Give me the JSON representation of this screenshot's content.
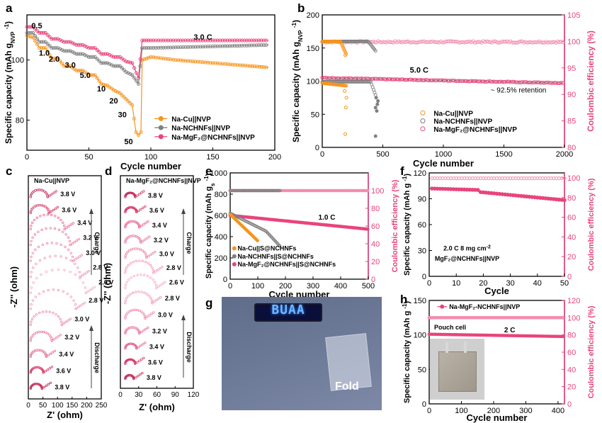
{
  "panel_letters": {
    "a": "a",
    "b": "b",
    "c": "c",
    "d": "d",
    "e": "e",
    "f": "f",
    "g": "g",
    "h": "h"
  },
  "colors": {
    "orange": "#f7941d",
    "gray": "#808080",
    "pink": "#e8457c",
    "pink_light": "#f28db0",
    "axis": "#000000",
    "ce_axis": "#e8457c"
  },
  "chart_data": [
    {
      "id": "a",
      "type": "line",
      "ylabel": "Specific capacity (mAh g",
      "ylabel_sub": "NVP",
      "ylabel_sup": "-1",
      "ylabel_close": ")",
      "xlabel": "Cycle number",
      "xlim": [
        0,
        200
      ],
      "ylim": [
        70,
        115
      ],
      "xticks": [
        0,
        50,
        100,
        150,
        200
      ],
      "yticks": [
        80,
        100
      ],
      "series": [
        {
          "name": "Na-Cu||NVP",
          "values": [
            [
              0,
              108
            ],
            [
              5,
              107.5
            ],
            [
              10,
              104
            ],
            [
              15,
              104
            ],
            [
              20,
              100.5
            ],
            [
              25,
              100.5
            ],
            [
              30,
              98
            ],
            [
              35,
              98
            ],
            [
              40,
              96.5
            ],
            [
              45,
              96.5
            ],
            [
              50,
              95
            ],
            [
              55,
              95
            ],
            [
              60,
              92
            ],
            [
              65,
              91.5
            ],
            [
              70,
              90
            ],
            [
              75,
              89
            ],
            [
              80,
              87
            ],
            [
              85,
              85
            ],
            [
              88,
              76
            ],
            [
              90,
              75
            ],
            [
              92,
              76
            ],
            [
              93,
              100
            ],
            [
              100,
              101
            ],
            [
              120,
              100
            ],
            [
              150,
              99
            ],
            [
              180,
              98
            ],
            [
              195,
              97.5
            ]
          ]
        },
        {
          "name": "Na-NCHNFs||NVP",
          "values": [
            [
              0,
              109
            ],
            [
              5,
              109
            ],
            [
              10,
              106
            ],
            [
              15,
              106
            ],
            [
              20,
              104
            ],
            [
              25,
              104
            ],
            [
              30,
              103
            ],
            [
              35,
              103
            ],
            [
              40,
              102
            ],
            [
              45,
              102
            ],
            [
              50,
              101
            ],
            [
              55,
              101
            ],
            [
              60,
              99
            ],
            [
              65,
              99
            ],
            [
              70,
              98
            ],
            [
              75,
              98
            ],
            [
              80,
              96
            ],
            [
              85,
              95
            ],
            [
              90,
              92
            ],
            [
              93,
              104
            ],
            [
              100,
              104
            ],
            [
              150,
              104.5
            ],
            [
              195,
              105
            ]
          ]
        },
        {
          "name": "Na-MgF₂@NCHNFs||NVP",
          "values": [
            [
              0,
              111
            ],
            [
              5,
              111
            ],
            [
              10,
              109
            ],
            [
              15,
              109
            ],
            [
              20,
              107
            ],
            [
              25,
              107
            ],
            [
              30,
              106
            ],
            [
              35,
              106
            ],
            [
              40,
              105
            ],
            [
              45,
              105
            ],
            [
              50,
              104
            ],
            [
              55,
              104
            ],
            [
              60,
              102
            ],
            [
              65,
              102
            ],
            [
              70,
              101
            ],
            [
              75,
              101
            ],
            [
              80,
              99.5
            ],
            [
              85,
              99
            ],
            [
              90,
              94
            ],
            [
              93,
              106.5
            ],
            [
              100,
              106.5
            ],
            [
              150,
              106.5
            ],
            [
              195,
              106.5
            ]
          ]
        }
      ],
      "annotations": [
        "0.5",
        "1.0",
        "2.0",
        "3.0",
        "5.0",
        "10",
        "20",
        "30",
        "50",
        "3.0 C"
      ]
    },
    {
      "id": "b",
      "type": "scatter",
      "ylabel": "Specific capacity (mAh g",
      "ylabel_sub": "NVP",
      "ylabel_sup": "-1",
      "ylabel_close": ")",
      "y2label": "Coulombic efficiency (%)",
      "xlabel": "Cycle number",
      "xlim": [
        0,
        2000
      ],
      "ylim": [
        0,
        200
      ],
      "y2lim": [
        80,
        105
      ],
      "xticks": [
        0,
        500,
        1000,
        1500,
        2000
      ],
      "yticks": [
        0,
        50,
        100,
        150,
        200
      ],
      "y2ticks": [
        80,
        85,
        90,
        95,
        100,
        105
      ],
      "series": [
        {
          "name": "Na-Cu||NVP"
        },
        {
          "name": "Na-NCHNFs||NVP"
        },
        {
          "name": "Na-MgF₂@NCHNFs||NVP"
        }
      ],
      "annotations": [
        "5.0 C",
        "~ 92.5% retention"
      ]
    },
    {
      "id": "c",
      "type": "scatter",
      "title": "Na-Cu||NVP",
      "ylabel": "-Z'' (ohm)",
      "xlabel": "Z' (ohm)",
      "xticks": [
        0,
        50,
        100,
        150,
        200,
        250
      ],
      "charge_label": "Charge",
      "discharge_label": "Discharge",
      "labels": [
        "3.8 V",
        "3.6 V",
        "3.4 V",
        "3.2 V",
        "3.0 V",
        "2.8 V",
        "2.6 V",
        "2.8 V",
        "3.0 V",
        "3.2 V",
        "3.4 V",
        "3.6 V",
        "3.8 V"
      ]
    },
    {
      "id": "d",
      "type": "scatter",
      "title": "Na-MgF₂@NCHNFs||NVP",
      "ylabel": "-Z'' (ohm)",
      "xlabel": "Z' (ohm)",
      "xticks": [
        0,
        30,
        60,
        90,
        120
      ],
      "charge_label": "Charge",
      "discharge_label": "Discharge",
      "labels": [
        "3.8 V",
        "3.6 V",
        "3.4 V",
        "3.2 V",
        "3.0 V",
        "2.8 V",
        "2.6 V",
        "2.8 V",
        "3.0 V",
        "3.2 V",
        "3.4 V",
        "3.6 V",
        "3.8 V"
      ]
    },
    {
      "id": "e",
      "type": "scatter",
      "ylabel": "Specific capacity (mAh g",
      "ylabel_sub": "s",
      "ylabel_sup": "-1",
      "ylabel_close": ")",
      "y2label": "Coulombic efficiency (%)",
      "xlabel": "Cycle number",
      "xlim": [
        0,
        500
      ],
      "ylim": [
        0,
        1000
      ],
      "y2lim": [
        0,
        120
      ],
      "xticks": [
        0,
        100,
        200,
        300,
        400,
        500
      ],
      "yticks": [
        0,
        200,
        400,
        600,
        800,
        1000
      ],
      "y2ticks": [
        0,
        20,
        40,
        60,
        80,
        100
      ],
      "series": [
        {
          "name": "Na-Cu||S@NCHNFs"
        },
        {
          "name": "Na-NCHNFs||S@NCHNFs"
        },
        {
          "name": "Na-MgF₂@NCHNFs||S@NCHNFs"
        }
      ],
      "annotations": [
        "1.0 C"
      ]
    },
    {
      "id": "f",
      "type": "scatter",
      "ylabel": "Specific capacity (mAh g",
      "ylabel_sup": "-1",
      "ylabel_close": ")",
      "y2label": "Coulombic efficiency (%)",
      "xlabel": "Cycle",
      "xlim": [
        0,
        50
      ],
      "ylim": [
        0,
        120
      ],
      "y2lim": [
        0,
        105
      ],
      "xticks": [
        0,
        10,
        20,
        30,
        40,
        50
      ],
      "yticks": [
        0,
        30,
        60,
        90,
        120
      ],
      "y2ticks": [
        0,
        20,
        40,
        60,
        80,
        100
      ],
      "annotations": [
        "2.0 C   8 mg cm",
        "-2",
        "MgF₂@NCHNFs||NVP"
      ]
    },
    {
      "id": "h",
      "type": "scatter",
      "ylabel": "Specific capacity (mAh g",
      "ylabel_sup": "-1",
      "ylabel_close": ")",
      "y2label": "Coulombic efficiency (%)",
      "xlabel": "Cycle number",
      "xlim": [
        0,
        420
      ],
      "ylim": [
        0,
        150
      ],
      "y2lim": [
        0,
        120
      ],
      "xticks": [
        0,
        100,
        200,
        300,
        400
      ],
      "yticks": [
        0,
        50,
        100,
        150
      ],
      "y2ticks": [
        0,
        20,
        40,
        60,
        80,
        100,
        120
      ],
      "series": [
        {
          "name": "Na-MgF₂-NCHNFs||NVP"
        }
      ],
      "annotations": [
        "Pouch cell",
        "2 C"
      ]
    }
  ],
  "photo_g": {
    "display_text": "BUAA",
    "caption": "Fold"
  }
}
